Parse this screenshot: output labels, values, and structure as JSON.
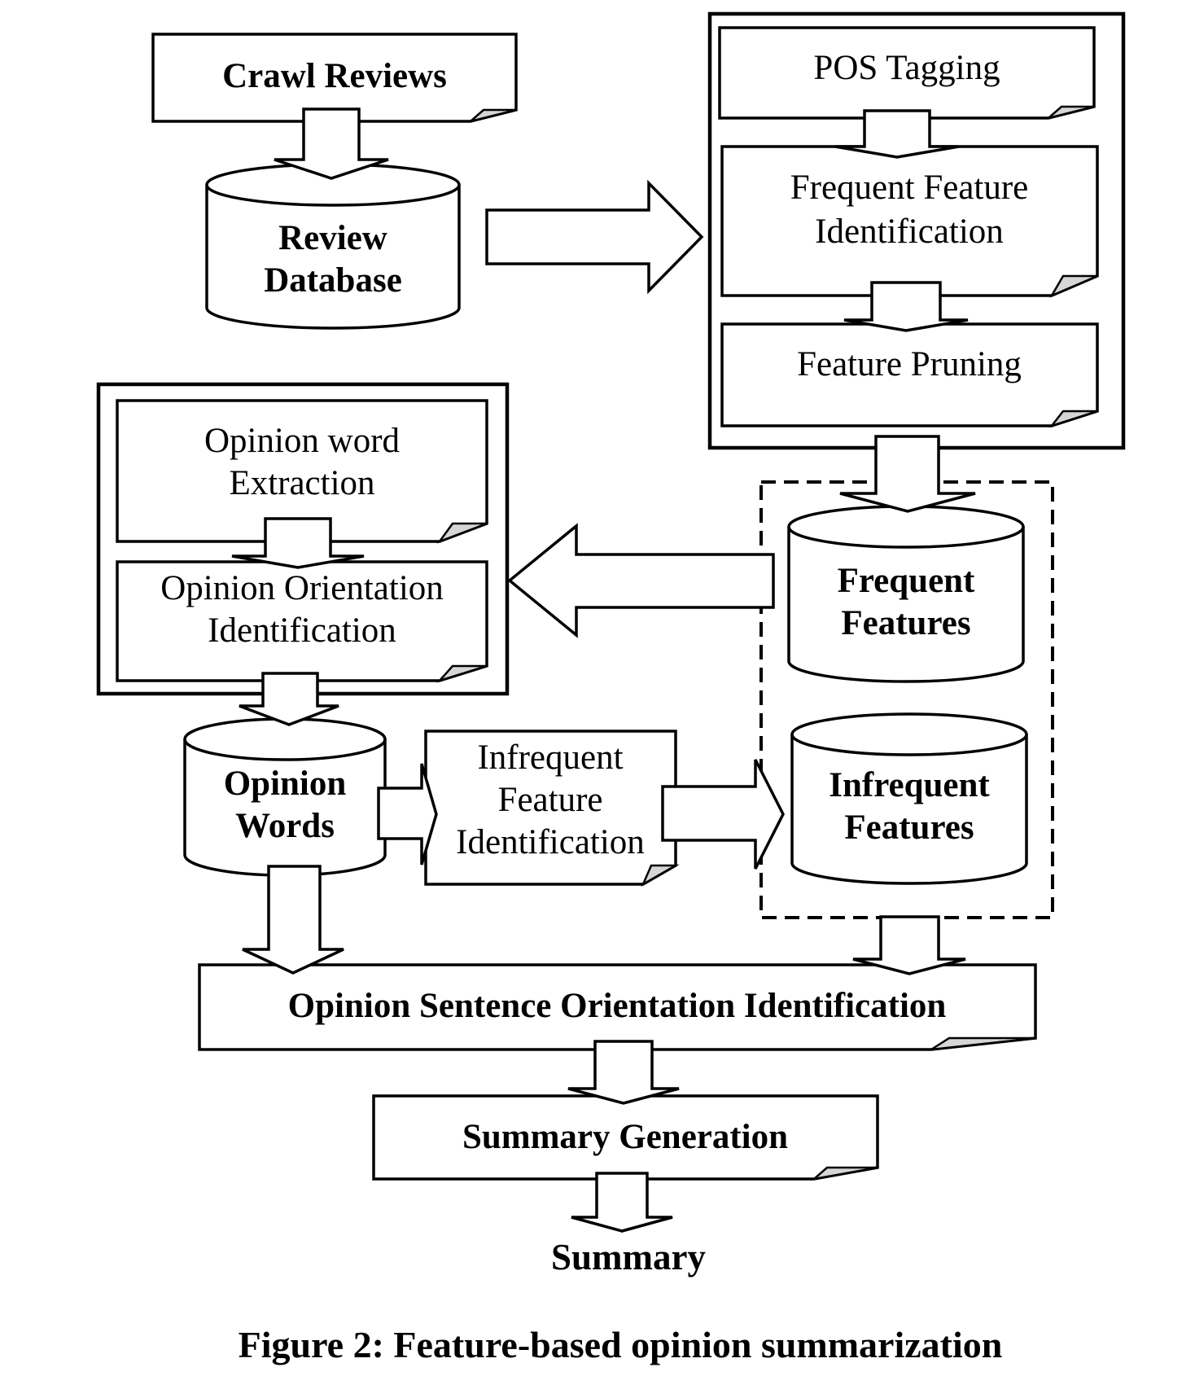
{
  "diagram": {
    "nodes": {
      "crawl_reviews": "Crawl Reviews",
      "review_database": [
        "Review",
        "Database"
      ],
      "pos_tagging": "POS Tagging",
      "frequent_feature_identification": [
        "Frequent Feature",
        "Identification"
      ],
      "feature_pruning": "Feature Pruning",
      "opinion_word_extraction": [
        "Opinion word",
        "Extraction"
      ],
      "opinion_orientation_identification": [
        "Opinion Orientation",
        "Identification"
      ],
      "frequent_features": [
        "Frequent",
        "Features"
      ],
      "opinion_words": [
        "Opinion",
        "Words"
      ],
      "infrequent_feature_identification": [
        "Infrequent",
        "Feature",
        "Identification"
      ],
      "infrequent_features": [
        "Infrequent",
        "Features"
      ],
      "opinion_sentence_orientation_identification": "Opinion Sentence Orientation Identification",
      "summary_generation": "Summary Generation",
      "summary": "Summary"
    },
    "edges": [
      [
        "Crawl Reviews",
        "Review Database"
      ],
      [
        "Review Database",
        "POS Tagging"
      ],
      [
        "POS Tagging",
        "Frequent Feature Identification"
      ],
      [
        "Frequent Feature Identification",
        "Feature Pruning"
      ],
      [
        "Feature Pruning",
        "Frequent Features"
      ],
      [
        "Frequent Features",
        "Opinion word Extraction"
      ],
      [
        "Opinion word Extraction",
        "Opinion Orientation Identification"
      ],
      [
        "Opinion Orientation Identification",
        "Opinion Words"
      ],
      [
        "Opinion Words",
        "Infrequent Feature Identification"
      ],
      [
        "Infrequent Feature Identification",
        "Infrequent Features"
      ],
      [
        "Opinion Words",
        "Opinion Sentence Orientation Identification"
      ],
      [
        "Frequent Features",
        "Opinion Sentence Orientation Identification"
      ],
      [
        "Infrequent Features",
        "Opinion Sentence Orientation Identification"
      ],
      [
        "Opinion Sentence Orientation Identification",
        "Summary Generation"
      ],
      [
        "Summary Generation",
        "Summary"
      ]
    ]
  },
  "caption": "Figure 2: Feature-based opinion summarization"
}
